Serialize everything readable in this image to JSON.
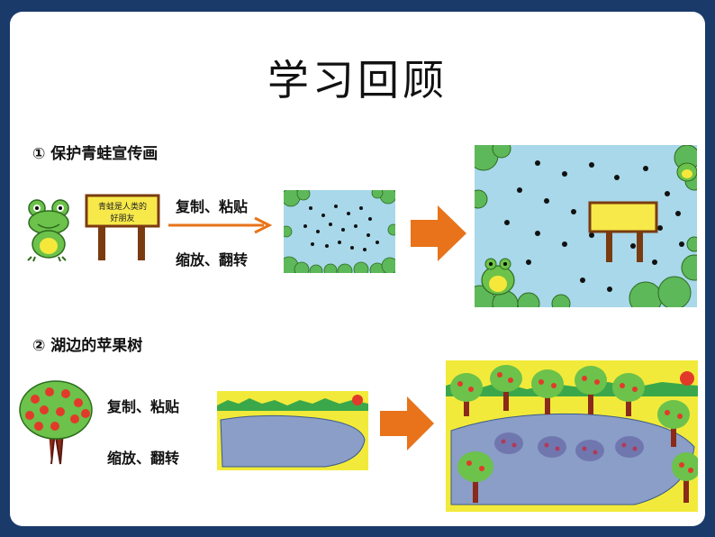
{
  "slide": {
    "title": "学习回顾",
    "section1": {
      "heading": "① 保护青蛙宣传画",
      "sign_text_line1": "青蛙是人类的",
      "sign_text_line2": "好朋友",
      "label_copy": "复制、粘贴",
      "label_scale": "缩放、翻转"
    },
    "section2": {
      "heading": "② 湖边的苹果树",
      "label_copy": "复制、粘贴",
      "label_scale": "缩放、翻转"
    },
    "colors": {
      "accent_arrow": "#e8731a",
      "frame_border": "#1a3a6a",
      "water": "#a8d8ea",
      "lily_pad": "#5db85a",
      "lake": "#8a9ec8",
      "grass": "#f2ea3a",
      "apple": "#e23a2a"
    }
  }
}
